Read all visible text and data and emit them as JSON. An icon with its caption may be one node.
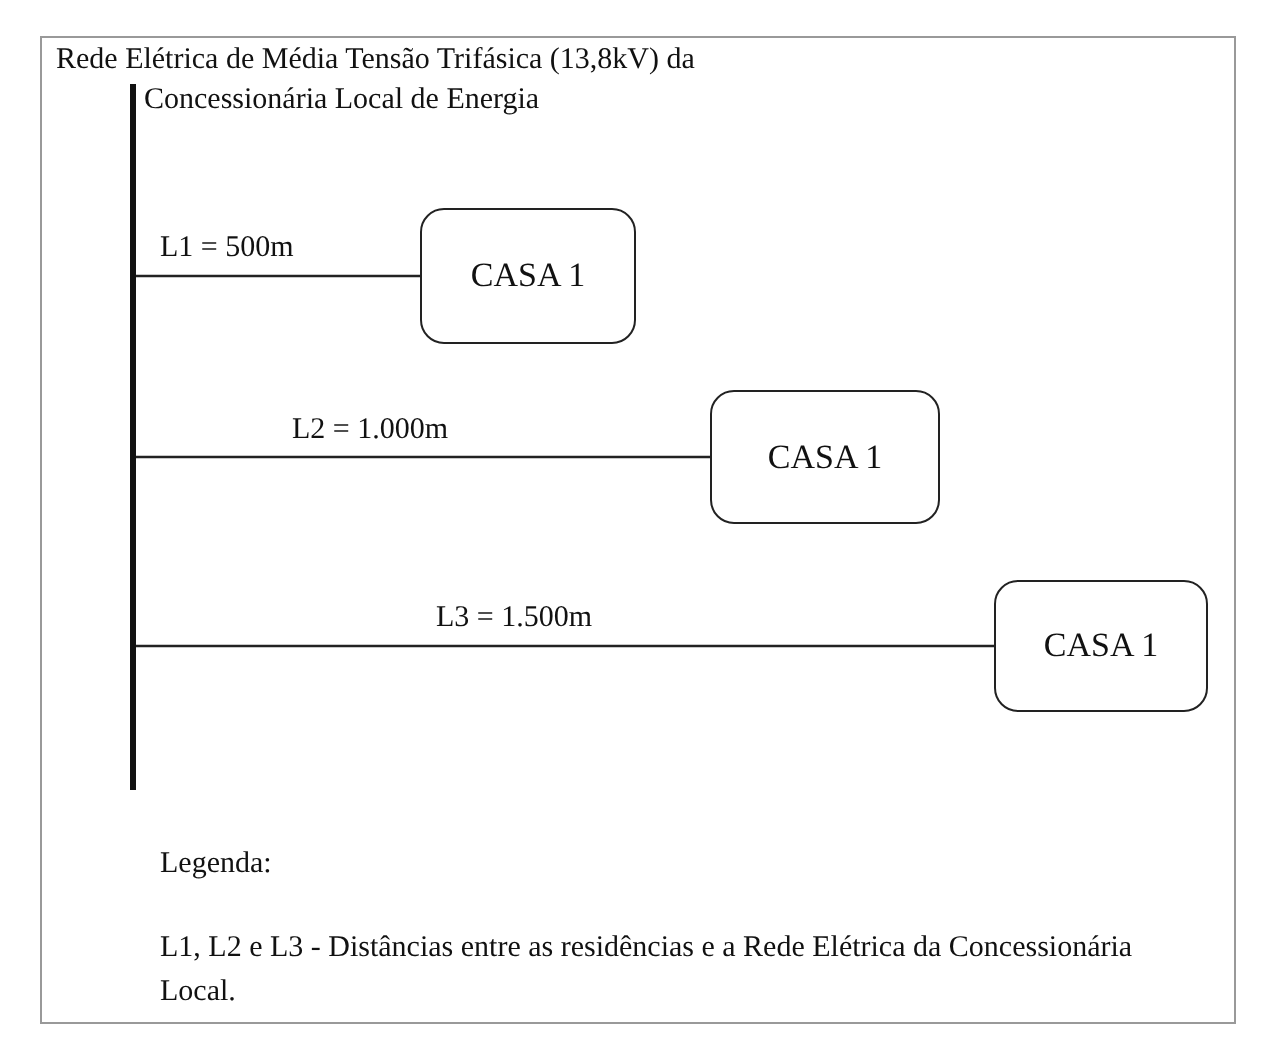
{
  "diagram": {
    "nodes": [
      {
        "text": [],
        "shape": "bar",
        "beside": [
          "Rede Elétrica de Média Tensão Trifásica (13,8kV) da Concessionária Local de Energia"
        ]
      },
      {
        "text": [
          "CASA 1"
        ]
      },
      {
        "text": [
          "CASA 1"
        ]
      },
      {
        "text": [
          "CASA 1"
        ]
      }
    ],
    "edges": [
      {
        "from": 0,
        "to": 1,
        "arrow": "none",
        "label": "L1 = 500m"
      },
      {
        "from": 0,
        "to": 2,
        "arrow": "none",
        "label": "L2 = 1.000m"
      },
      {
        "from": 0,
        "to": 3,
        "arrow": "none",
        "label": "L3 = 1.500m"
      }
    ],
    "labels": [
      "Legenda:",
      "L1, L2 e L3 - Distâncias entre as residências e a Rede Elétrica da Concessionária Local."
    ]
  }
}
